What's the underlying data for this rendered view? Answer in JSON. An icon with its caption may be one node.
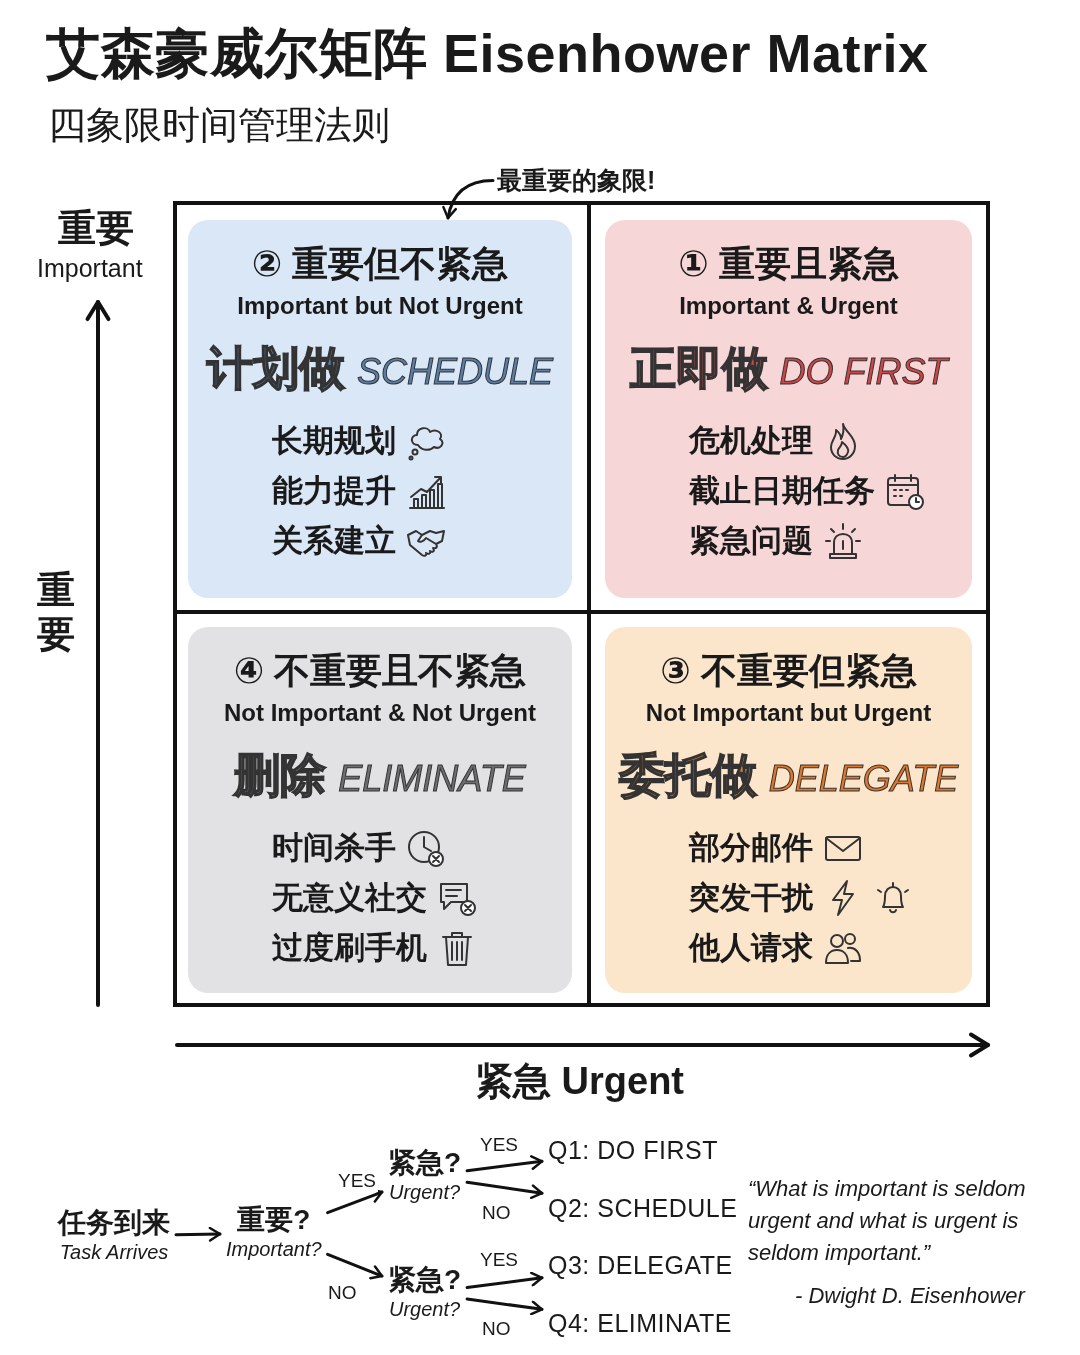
{
  "diagram": {
    "title": "艾森豪威尔矩阵 Eisenhower Matrix",
    "nodes": [
      {
        "text": [
          "最重要的象限!"
        ]
      },
      {
        "text": [
          "② 重要但不紧急",
          "Important but Not Urgent",
          "计划做",
          "SCHEDULE",
          "长期规划",
          "能力提升",
          "关系建立"
        ]
      },
      {
        "text": [
          "① 重要且紧急",
          "Important & Urgent",
          "正即做",
          "DO FIRST",
          "危机处理",
          "截止日期任务",
          "紧急问题"
        ]
      },
      {
        "text": [
          "④ 不重要且不紧急",
          "Not Important & Not Urgent",
          "删除",
          "ELIMINATE",
          "时间杀手",
          "无意义社交",
          "过度刷手机"
        ]
      },
      {
        "text": [
          "③ 不重要但紧急",
          "Not Important but Urgent",
          "委托做",
          "DELEGATE",
          "部分邮件",
          "突发干扰",
          "他人请求"
        ]
      },
      {
        "text": [
          "任务到来",
          "Task Arrives"
        ]
      },
      {
        "text": [
          "重要?",
          "Important?"
        ]
      },
      {
        "text": [
          "紧急?",
          "Urgent?"
        ]
      },
      {
        "text": [
          "紧急?",
          "Urgent?"
        ]
      },
      {
        "text": [
          "Q1: DO FIRST"
        ]
      },
      {
        "text": [
          "Q2: SCHEDULE"
        ]
      },
      {
        "text": [
          "Q3: DELEGATE"
        ]
      },
      {
        "text": [
          "Q4: ELIMINATE"
        ]
      }
    ],
    "edges": [
      {
        "from": 0,
        "to": 1,
        "arrow": "to"
      },
      {
        "from": 5,
        "to": 6,
        "arrow": "to"
      },
      {
        "from": 6,
        "to": 7,
        "arrow": "to",
        "label": "YES"
      },
      {
        "from": 6,
        "to": 8,
        "arrow": "to",
        "label": "NO"
      },
      {
        "from": 7,
        "to": 9,
        "arrow": "to",
        "label": "YES"
      },
      {
        "from": 7,
        "to": 10,
        "arrow": "to",
        "label": "NO"
      },
      {
        "from": 8,
        "to": 11,
        "arrow": "to",
        "label": "YES"
      },
      {
        "from": 8,
        "to": 12,
        "arrow": "to",
        "label": "NO"
      }
    ],
    "labels": [
      "四象限时间管理法则",
      "重要",
      "Important",
      "重要",
      "紧急 Urgent",
      "“What is important is seldom urgent and what is urgent is seldom important.”",
      "- Dwight D. Eisenhower"
    ]
  }
}
